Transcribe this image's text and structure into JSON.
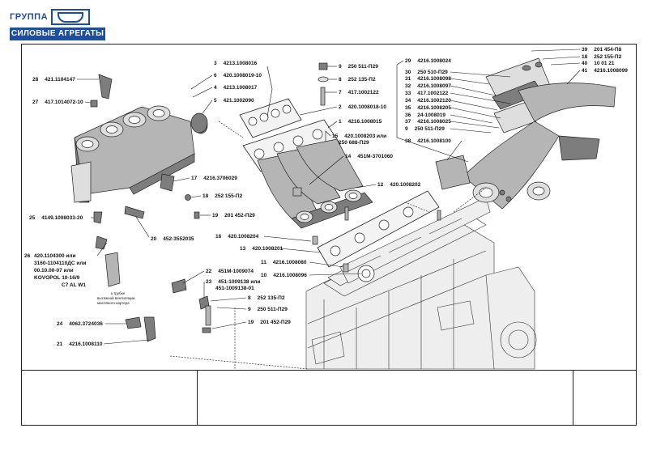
{
  "logo": {
    "group": "ГРУППА",
    "banner": "СИЛОВЫЕ АГРЕГАТЫ"
  },
  "callouts": [
    {
      "num": "3",
      "code": "4213.1008016"
    },
    {
      "num": "6",
      "code": "420.1008019-10"
    },
    {
      "num": "4",
      "code": "4213.1008017"
    },
    {
      "num": "5",
      "code": "421.1002090"
    },
    {
      "num": "28",
      "code": "421.1104147"
    },
    {
      "num": "27",
      "code": "417.1014072-10"
    },
    {
      "num": "9",
      "code": "250 511-П29"
    },
    {
      "num": "8",
      "code": "252 135-П2"
    },
    {
      "num": "7",
      "code": "417.1002122"
    },
    {
      "num": "2",
      "code": "420.1008018-10"
    },
    {
      "num": "1",
      "code": "4216.1008015"
    },
    {
      "num": "15",
      "code": "420.1008203 или"
    },
    {
      "num": "",
      "code": "250 688-П29"
    },
    {
      "num": "14",
      "code": "451М-3701060"
    },
    {
      "num": "12",
      "code": "420.1008202"
    },
    {
      "num": "17",
      "code": "4216.3706029"
    },
    {
      "num": "18",
      "code": "252 155-П2"
    },
    {
      "num": "19",
      "code": "201 452-П29"
    },
    {
      "num": "25",
      "code": "4149.1008033-20"
    },
    {
      "num": "20",
      "code": "452-3552035"
    },
    {
      "num": "16",
      "code": "420.1008204"
    },
    {
      "num": "13",
      "code": "420.1008201"
    },
    {
      "num": "11",
      "code": "4216.1008080"
    },
    {
      "num": "10",
      "code": "4216.1008096"
    },
    {
      "num": "22",
      "code": "451М-1009074"
    },
    {
      "num": "23",
      "code": "451-1009138 или"
    },
    {
      "num": "",
      "code": "451-1009138-01"
    },
    {
      "num": "8",
      "code": "252 135-П2"
    },
    {
      "num": "9",
      "code": "250 511-П29"
    },
    {
      "num": "19",
      "code": "201 452-П29"
    },
    {
      "num": "24",
      "code": "4062.3724036"
    },
    {
      "num": "21",
      "code": "4216.1008110"
    },
    {
      "num": "29",
      "code": "4216.1008024"
    },
    {
      "num": "30",
      "code": "250 510-П29"
    },
    {
      "num": "31",
      "code": "4216.1008098"
    },
    {
      "num": "32",
      "code": "4216.1008097"
    },
    {
      "num": "33",
      "code": "417.1002122"
    },
    {
      "num": "34",
      "code": "4216.1002120"
    },
    {
      "num": "35",
      "code": "4216.1008205"
    },
    {
      "num": "36",
      "code": "24-1008019"
    },
    {
      "num": "37",
      "code": "4216.1008025"
    },
    {
      "num": "9",
      "code": "250 511-П29"
    },
    {
      "num": "38",
      "code": "4216.1008100"
    },
    {
      "num": "39",
      "code": "201 454-П8"
    },
    {
      "num": "18",
      "code": "252 155-П2"
    },
    {
      "num": "40",
      "code": "10 01 21"
    },
    {
      "num": "41",
      "code": "4216.1008099"
    }
  ],
  "item26": {
    "num": "26",
    "lines": [
      "420.1104300 или",
      "3160-1104110ДС или",
      "00.10.00-07 или",
      "KOVOPOL 10-16/9",
      "C7 AL W1"
    ]
  },
  "hose_note": [
    "к трубке",
    "вытяжной вентиляции",
    "масляного картера"
  ]
}
